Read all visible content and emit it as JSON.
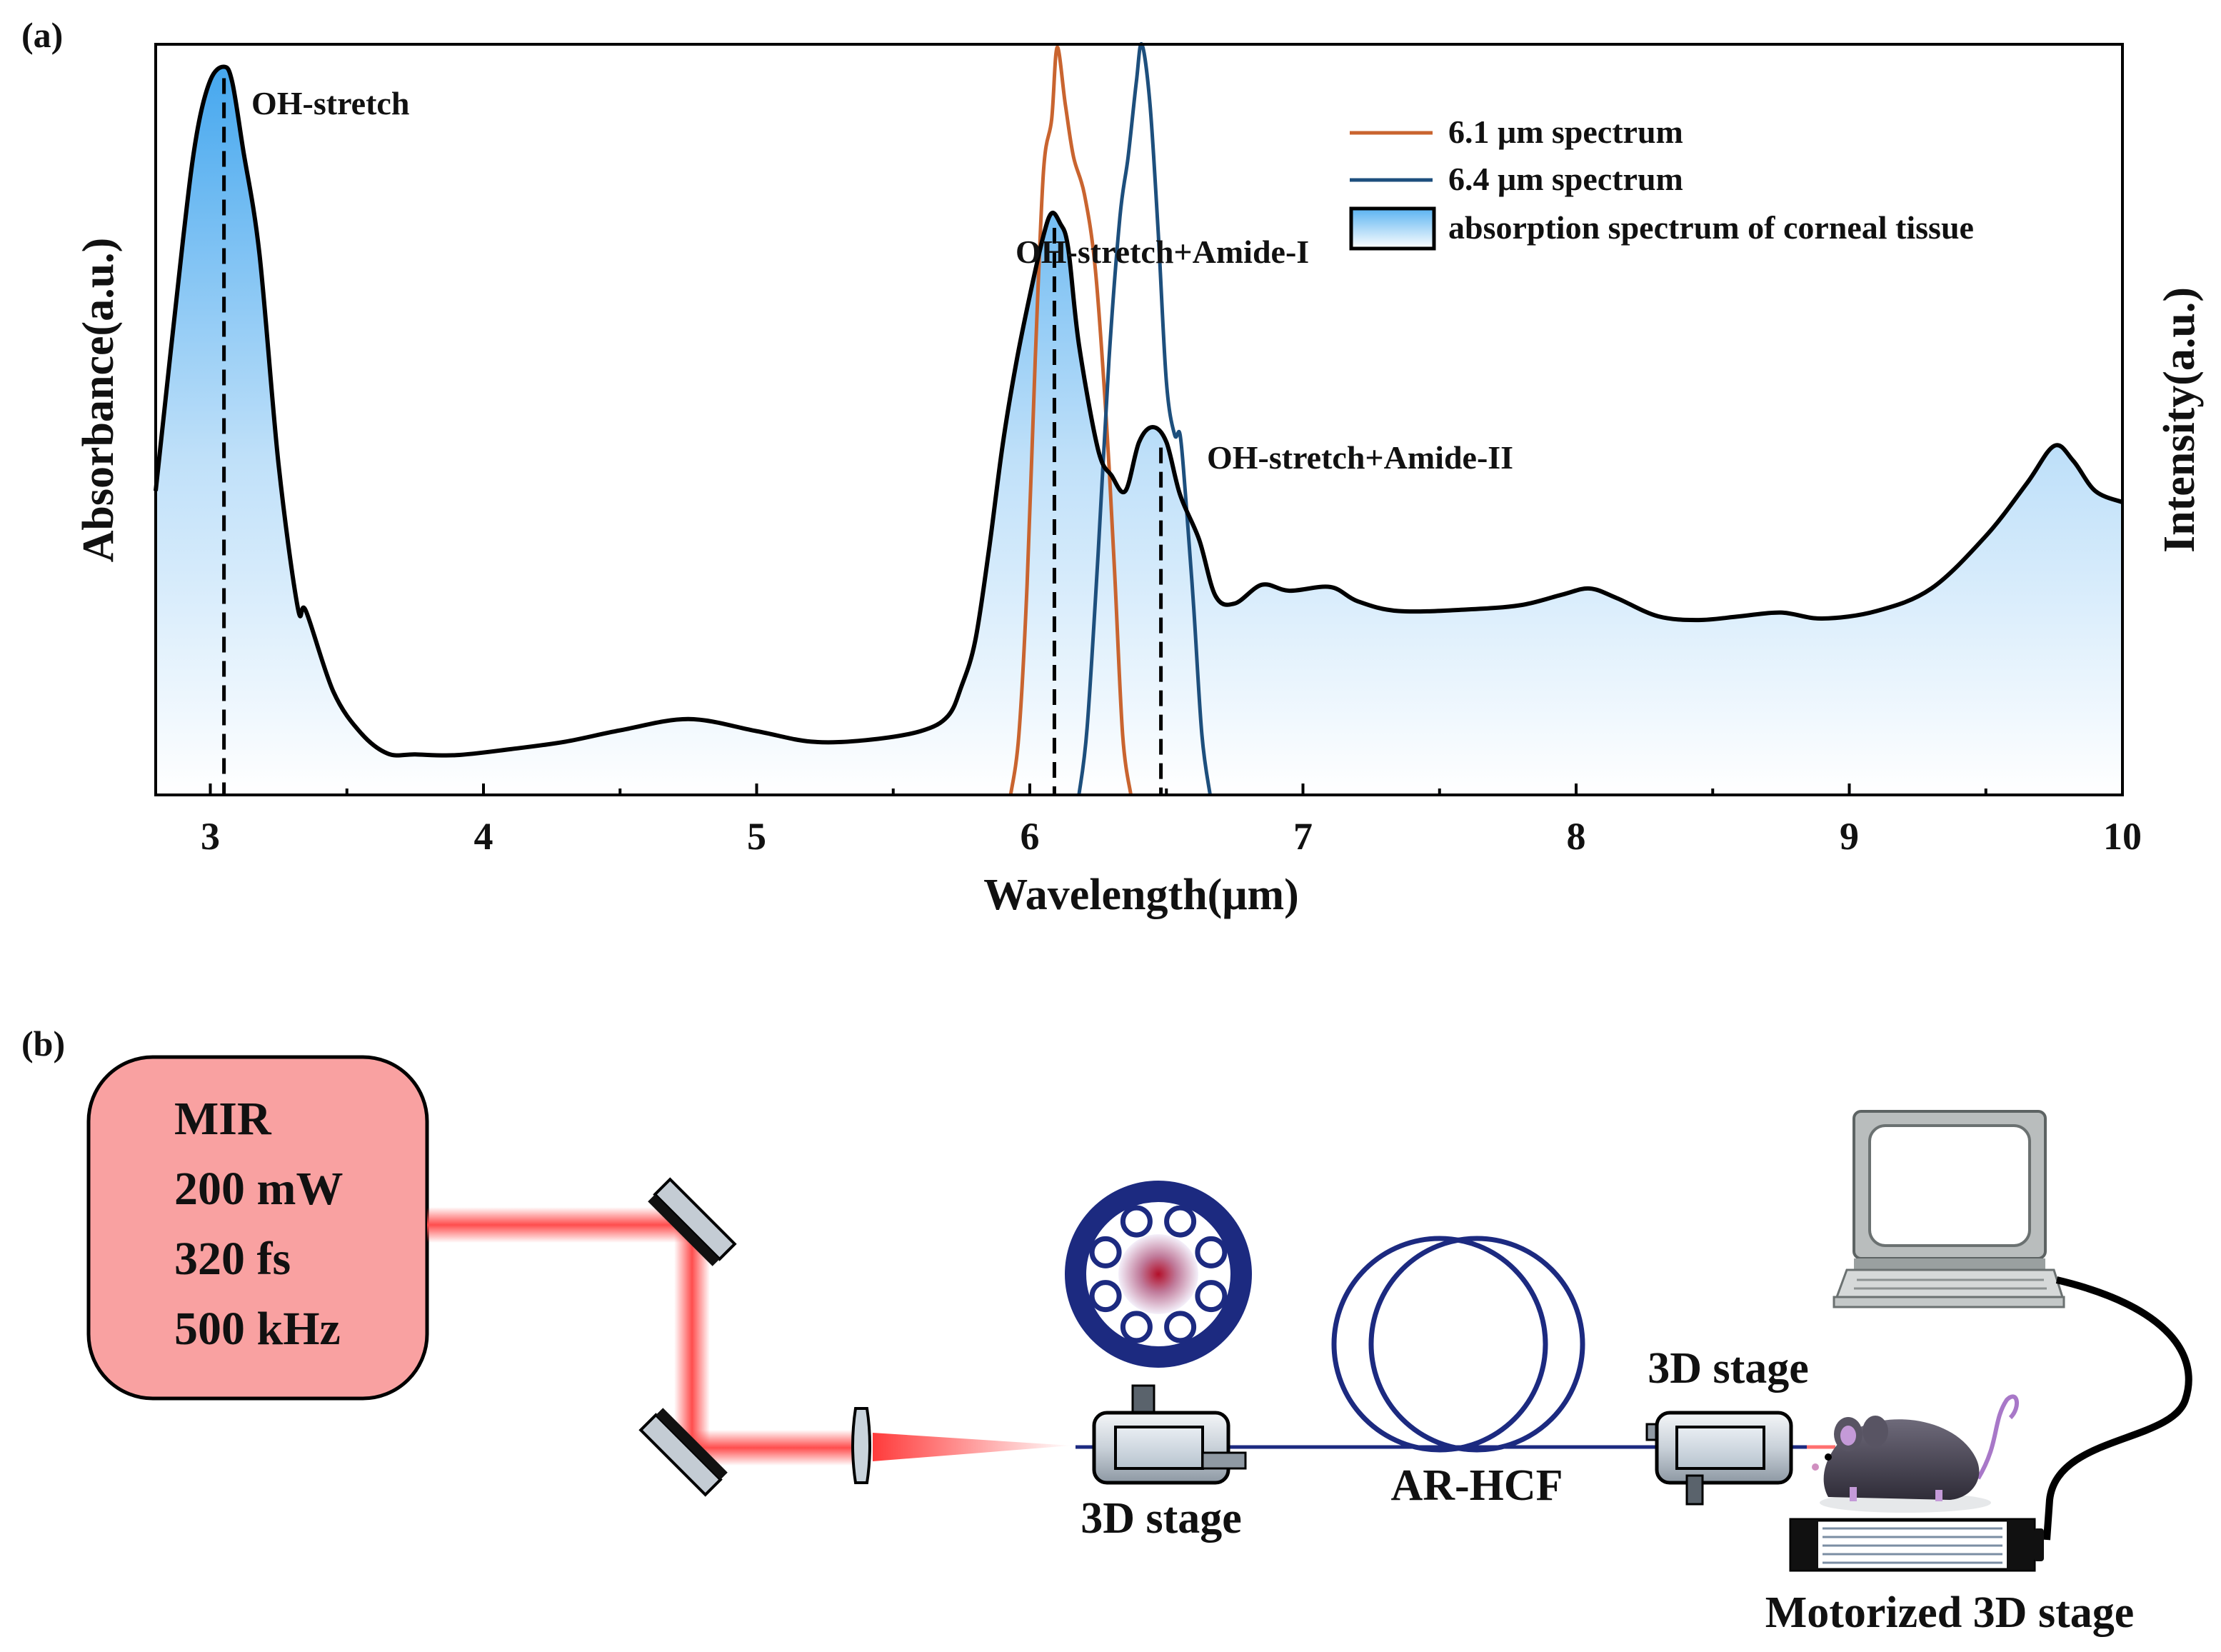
{
  "panel_a_label": "(a)",
  "panel_b_label": "(b)",
  "chart_data": {
    "type": "line",
    "title": "",
    "xlabel": "Wavelength(μm)",
    "ylabel": "Absorbance(a.u.)",
    "ylabel_right": "Intensity(a.u.)",
    "xlim": [
      2.8,
      10.0
    ],
    "ylim": [
      0,
      1
    ],
    "x_ticks": [
      3,
      4,
      5,
      6,
      7,
      8,
      9,
      10
    ],
    "y_ticks": [],
    "grid": false,
    "legend_position": "top-right",
    "series": [
      {
        "name": "absorption spectrum of corneal tissue",
        "color": "#000000",
        "fill": "gradient-blue",
        "x": [
          2.8,
          2.9,
          2.95,
          3.0,
          3.05,
          3.08,
          3.12,
          3.18,
          3.25,
          3.32,
          3.35,
          3.45,
          3.55,
          3.65,
          3.75,
          3.9,
          4.1,
          4.3,
          4.5,
          4.75,
          5.0,
          5.2,
          5.4,
          5.6,
          5.7,
          5.75,
          5.8,
          5.85,
          5.9,
          5.95,
          6.0,
          6.05,
          6.08,
          6.11,
          6.14,
          6.18,
          6.25,
          6.3,
          6.35,
          6.4,
          6.45,
          6.5,
          6.55,
          6.62,
          6.68,
          6.75,
          6.85,
          6.95,
          7.1,
          7.2,
          7.35,
          7.6,
          7.8,
          7.95,
          8.05,
          8.15,
          8.3,
          8.45,
          8.6,
          8.75,
          8.9,
          9.1,
          9.3,
          9.5,
          9.65,
          9.75,
          9.82,
          9.9,
          10.0
        ],
        "y": [
          0.405,
          0.74,
          0.88,
          0.952,
          0.97,
          0.95,
          0.86,
          0.72,
          0.44,
          0.25,
          0.245,
          0.138,
          0.083,
          0.055,
          0.054,
          0.053,
          0.061,
          0.071,
          0.086,
          0.101,
          0.085,
          0.071,
          0.073,
          0.085,
          0.105,
          0.145,
          0.205,
          0.325,
          0.465,
          0.575,
          0.665,
          0.745,
          0.775,
          0.762,
          0.73,
          0.6,
          0.46,
          0.425,
          0.405,
          0.47,
          0.49,
          0.47,
          0.4,
          0.34,
          0.265,
          0.255,
          0.28,
          0.272,
          0.277,
          0.258,
          0.245,
          0.247,
          0.253,
          0.267,
          0.275,
          0.262,
          0.238,
          0.233,
          0.238,
          0.243,
          0.235,
          0.245,
          0.275,
          0.345,
          0.415,
          0.465,
          0.445,
          0.405,
          0.39
        ]
      },
      {
        "name": "6.1 μm spectrum",
        "color": "#c9642f",
        "x": [
          5.93,
          5.96,
          5.99,
          6.02,
          6.05,
          6.08,
          6.1,
          6.13,
          6.16,
          6.2,
          6.24,
          6.28,
          6.31,
          6.34,
          6.37
        ],
        "y": [
          0.0,
          0.08,
          0.28,
          0.58,
          0.83,
          0.9,
          0.996,
          0.92,
          0.85,
          0.8,
          0.7,
          0.5,
          0.3,
          0.08,
          0.0
        ]
      },
      {
        "name": "6.4 μm spectrum",
        "color": "#1d4f7d",
        "x": [
          6.18,
          6.21,
          6.25,
          6.29,
          6.33,
          6.36,
          6.39,
          6.41,
          6.44,
          6.47,
          6.5,
          6.53,
          6.55,
          6.57,
          6.6,
          6.63,
          6.66
        ],
        "y": [
          0.0,
          0.09,
          0.32,
          0.58,
          0.77,
          0.85,
          0.95,
          1.0,
          0.92,
          0.75,
          0.55,
          0.48,
          0.48,
          0.4,
          0.25,
          0.08,
          0.0
        ]
      }
    ],
    "annotations": [
      {
        "text": "OH-stretch",
        "x": 3.05
      },
      {
        "text": "OH-stretch+Amide-I",
        "x": 6.09
      },
      {
        "text": "OH-stretch+Amide-II",
        "x": 6.48
      }
    ]
  },
  "diagram": {
    "laser": {
      "line1": "MIR",
      "line2": "200 mW",
      "line3": "320 fs",
      "line4": "500 kHz"
    },
    "stage_left_label": "3D stage",
    "fiber_label": "AR-HCF",
    "stage_right_label": "3D stage",
    "motorized_label": "Motorized 3D stage"
  }
}
